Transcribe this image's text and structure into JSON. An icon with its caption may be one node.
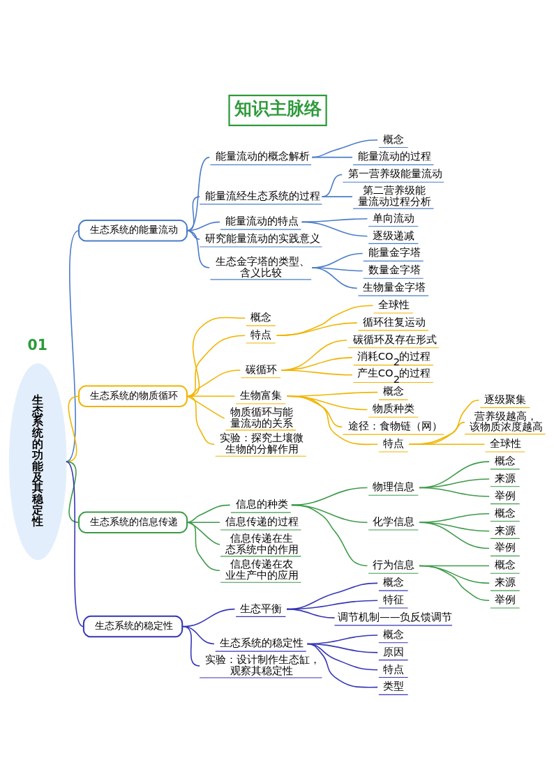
{
  "diagram": {
    "title": "知识主脉络",
    "nodes": [
      {
        "text": [
          "生态系统的功能及其稳定性"
        ]
      },
      {
        "text": [
          "生态系统的能量流动"
        ]
      },
      {
        "text": [
          "能量流动的概念解析"
        ]
      },
      {
        "text": [
          "概念"
        ]
      },
      {
        "text": [
          "能量流动的过程"
        ]
      },
      {
        "text": [
          "能量流经生态系统的过程"
        ]
      },
      {
        "text": [
          "第一营养级能量流动"
        ]
      },
      {
        "text": [
          "第二营养级能量流动过程分析"
        ]
      },
      {
        "text": [
          "能量流动的特点"
        ]
      },
      {
        "text": [
          "单向流动"
        ]
      },
      {
        "text": [
          "逐级递减"
        ]
      },
      {
        "text": [
          "研究能量流动的实践意义"
        ]
      },
      {
        "text": [
          "生态金字塔的类型、含义比较"
        ]
      },
      {
        "text": [
          "能量金字塔"
        ]
      },
      {
        "text": [
          "数量金字塔"
        ]
      },
      {
        "text": [
          "生物量金字塔"
        ]
      },
      {
        "text": [
          "生态系统的物质循环"
        ]
      },
      {
        "text": [
          "概念"
        ]
      },
      {
        "text": [
          "特点"
        ]
      },
      {
        "text": [
          "全球性"
        ]
      },
      {
        "text": [
          "循环往复运动"
        ]
      },
      {
        "text": [
          "碳循环"
        ]
      },
      {
        "text": [
          "碳循环及存在形式"
        ]
      },
      {
        "text": [
          "消耗CO$_{2}$的过程"
        ]
      },
      {
        "text": [
          "产生CO$_{2}$的过程"
        ]
      },
      {
        "text": [
          "生物富集"
        ]
      },
      {
        "text": [
          "概念"
        ]
      },
      {
        "text": [
          "物质种类"
        ]
      },
      {
        "text": [
          "途径：食物链（网）"
        ]
      },
      {
        "text": [
          "特点"
        ]
      },
      {
        "text": [
          "逐级聚集"
        ]
      },
      {
        "text": [
          "营养级越高，该物质浓度越高"
        ]
      },
      {
        "text": [
          "全球性"
        ]
      },
      {
        "text": [
          "物质循环与能量流动的关系"
        ]
      },
      {
        "text": [
          "实验：探究土壤微生物的分解作用"
        ]
      },
      {
        "text": [
          "生态系统的信息传递"
        ]
      },
      {
        "text": [
          "信息的种类"
        ]
      },
      {
        "text": [
          "物理信息"
        ]
      },
      {
        "text": [
          "概念"
        ]
      },
      {
        "text": [
          "来源"
        ]
      },
      {
        "text": [
          "举例"
        ]
      },
      {
        "text": [
          "化学信息"
        ]
      },
      {
        "text": [
          "概念"
        ]
      },
      {
        "text": [
          "来源"
        ]
      },
      {
        "text": [
          "举例"
        ]
      },
      {
        "text": [
          "行为信息"
        ]
      },
      {
        "text": [
          "概念"
        ]
      },
      {
        "text": [
          "来源"
        ]
      },
      {
        "text": [
          "举例"
        ]
      },
      {
        "text": [
          "信息传递的过程"
        ]
      },
      {
        "text": [
          "信息传递在生态系统中的作用"
        ]
      },
      {
        "text": [
          "信息传递在农业生产中的应用"
        ]
      },
      {
        "text": [
          "生态系统的稳定性"
        ]
      },
      {
        "text": [
          "生态平衡"
        ]
      },
      {
        "text": [
          "概念"
        ]
      },
      {
        "text": [
          "特征"
        ]
      },
      {
        "text": [
          "调节机制——负反馈调节"
        ]
      },
      {
        "text": [
          "生态系统的稳定性"
        ]
      },
      {
        "text": [
          "概念"
        ]
      },
      {
        "text": [
          "原因"
        ]
      },
      {
        "text": [
          "特点"
        ]
      },
      {
        "text": [
          "类型"
        ]
      },
      {
        "text": [
          "实验：设计制作生态缸，观察其稳定性"
        ]
      }
    ],
    "edges": [
      {
        "from": 0,
        "to": 1,
        "arrow": "none",
        "color": "#4a7cc7"
      },
      {
        "from": 1,
        "to": 2,
        "arrow": "none",
        "color": "#4a7cc7"
      },
      {
        "from": 2,
        "to": 3,
        "arrow": "none",
        "color": "#4a7cc7"
      },
      {
        "from": 2,
        "to": 4,
        "arrow": "none",
        "color": "#4a7cc7"
      },
      {
        "from": 1,
        "to": 5,
        "arrow": "none",
        "color": "#4a7cc7"
      },
      {
        "from": 5,
        "to": 6,
        "arrow": "none",
        "color": "#4a7cc7"
      },
      {
        "from": 5,
        "to": 7,
        "arrow": "none",
        "color": "#4a7cc7"
      },
      {
        "from": 1,
        "to": 8,
        "arrow": "none",
        "color": "#4a7cc7"
      },
      {
        "from": 8,
        "to": 9,
        "arrow": "none",
        "color": "#4a7cc7"
      },
      {
        "from": 8,
        "to": 10,
        "arrow": "none",
        "color": "#4a7cc7"
      },
      {
        "from": 1,
        "to": 11,
        "arrow": "none",
        "color": "#4a7cc7"
      },
      {
        "from": 1,
        "to": 12,
        "arrow": "none",
        "color": "#4a7cc7"
      },
      {
        "from": 12,
        "to": 13,
        "arrow": "none",
        "color": "#4a7cc7"
      },
      {
        "from": 12,
        "to": 14,
        "arrow": "none",
        "color": "#4a7cc7"
      },
      {
        "from": 12,
        "to": 15,
        "arrow": "none",
        "color": "#4a7cc7"
      },
      {
        "from": 0,
        "to": 16,
        "arrow": "none",
        "color": "#f0b400"
      },
      {
        "from": 16,
        "to": 17,
        "arrow": "none",
        "color": "#f0b400"
      },
      {
        "from": 16,
        "to": 18,
        "arrow": "none",
        "color": "#f0b400"
      },
      {
        "from": 18,
        "to": 19,
        "arrow": "none",
        "color": "#f0b400"
      },
      {
        "from": 18,
        "to": 20,
        "arrow": "none",
        "color": "#f0b400"
      },
      {
        "from": 16,
        "to": 21,
        "arrow": "none",
        "color": "#f0b400"
      },
      {
        "from": 21,
        "to": 22,
        "arrow": "none",
        "color": "#f0b400"
      },
      {
        "from": 21,
        "to": 23,
        "arrow": "none",
        "color": "#f0b400"
      },
      {
        "from": 21,
        "to": 24,
        "arrow": "none",
        "color": "#f0b400"
      },
      {
        "from": 16,
        "to": 25,
        "arrow": "none",
        "color": "#f0b400"
      },
      {
        "from": 25,
        "to": 26,
        "arrow": "none",
        "color": "#f0b400"
      },
      {
        "from": 25,
        "to": 27,
        "arrow": "none",
        "color": "#f0b400"
      },
      {
        "from": 25,
        "to": 28,
        "arrow": "none",
        "color": "#f0b400"
      },
      {
        "from": 25,
        "to": 29,
        "arrow": "none",
        "color": "#f0b400"
      },
      {
        "from": 29,
        "to": 30,
        "arrow": "none",
        "color": "#f0b400"
      },
      {
        "from": 29,
        "to": 31,
        "arrow": "none",
        "color": "#f0b400"
      },
      {
        "from": 29,
        "to": 32,
        "arrow": "none",
        "color": "#f0b400"
      },
      {
        "from": 16,
        "to": 33,
        "arrow": "none",
        "color": "#f0b400"
      },
      {
        "from": 16,
        "to": 34,
        "arrow": "none",
        "color": "#f0b400"
      },
      {
        "from": 0,
        "to": 35,
        "arrow": "none",
        "color": "#3d9a48"
      },
      {
        "from": 35,
        "to": 36,
        "arrow": "none",
        "color": "#3d9a48"
      },
      {
        "from": 36,
        "to": 37,
        "arrow": "none",
        "color": "#3d9a48"
      },
      {
        "from": 37,
        "to": 38,
        "arrow": "none",
        "color": "#3d9a48"
      },
      {
        "from": 37,
        "to": 39,
        "arrow": "none",
        "color": "#3d9a48"
      },
      {
        "from": 37,
        "to": 40,
        "arrow": "none",
        "color": "#3d9a48"
      },
      {
        "from": 36,
        "to": 41,
        "arrow": "none",
        "color": "#3d9a48"
      },
      {
        "from": 41,
        "to": 42,
        "arrow": "none",
        "color": "#3d9a48"
      },
      {
        "from": 41,
        "to": 43,
        "arrow": "none",
        "color": "#3d9a48"
      },
      {
        "from": 41,
        "to": 44,
        "arrow": "none",
        "color": "#3d9a48"
      },
      {
        "from": 36,
        "to": 45,
        "arrow": "none",
        "color": "#3d9a48"
      },
      {
        "from": 45,
        "to": 46,
        "arrow": "none",
        "color": "#3d9a48"
      },
      {
        "from": 45,
        "to": 47,
        "arrow": "none",
        "color": "#3d9a48"
      },
      {
        "from": 45,
        "to": 48,
        "arrow": "none",
        "color": "#3d9a48"
      },
      {
        "from": 35,
        "to": 49,
        "arrow": "none",
        "color": "#3d9a48"
      },
      {
        "from": 35,
        "to": 50,
        "arrow": "none",
        "color": "#3d9a48"
      },
      {
        "from": 35,
        "to": 51,
        "arrow": "none",
        "color": "#3d9a48"
      },
      {
        "from": 0,
        "to": 52,
        "arrow": "none",
        "color": "#3535b5"
      },
      {
        "from": 52,
        "to": 53,
        "arrow": "none",
        "color": "#3535b5"
      },
      {
        "from": 53,
        "to": 54,
        "arrow": "none",
        "color": "#3535b5"
      },
      {
        "from": 53,
        "to": 55,
        "arrow": "none",
        "color": "#3535b5"
      },
      {
        "from": 53,
        "to": 56,
        "arrow": "none",
        "color": "#3535b5"
      },
      {
        "from": 52,
        "to": 57,
        "arrow": "none",
        "color": "#3535b5"
      },
      {
        "from": 57,
        "to": 58,
        "arrow": "none",
        "color": "#3535b5"
      },
      {
        "from": 57,
        "to": 59,
        "arrow": "none",
        "color": "#3535b5"
      },
      {
        "from": 57,
        "to": 60,
        "arrow": "none",
        "color": "#3535b5"
      },
      {
        "from": 57,
        "to": 61,
        "arrow": "none",
        "color": "#3535b5"
      },
      {
        "from": 52,
        "to": 62,
        "arrow": "none",
        "color": "#3535b5"
      }
    ],
    "labels": [
      "01"
    ]
  }
}
